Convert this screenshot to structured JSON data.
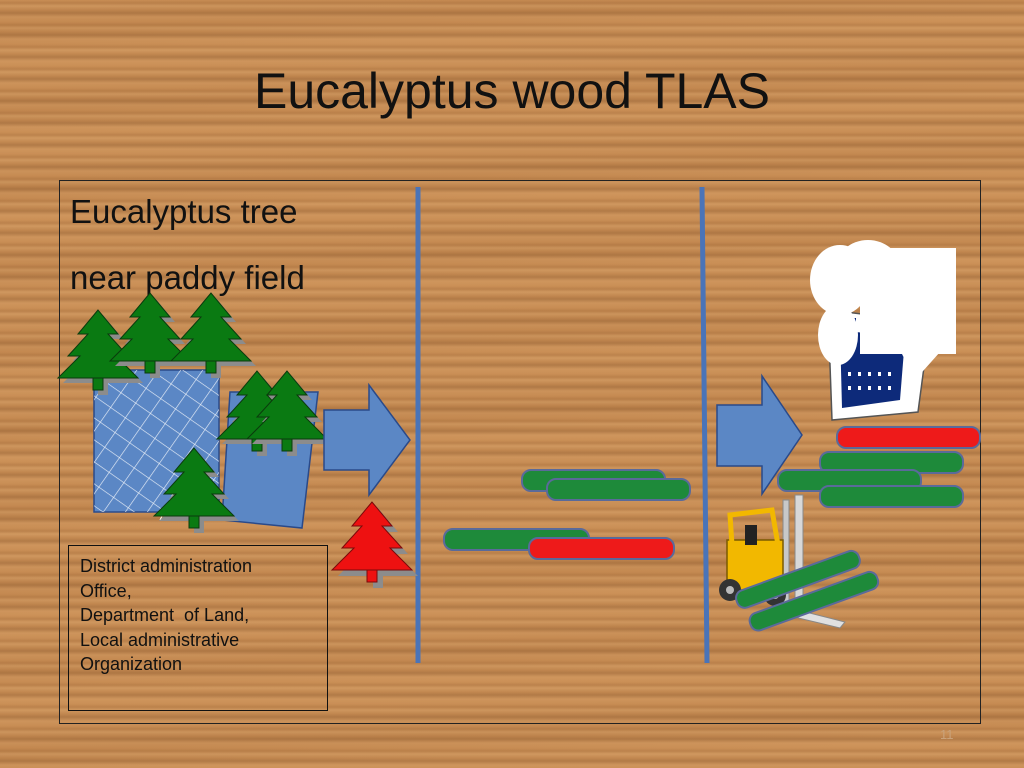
{
  "slide": {
    "title": "Eucalyptus wood TLAS",
    "tree_label_line1": "Eucalyptus tree",
    "tree_label_line2": "near paddy field",
    "admin_lines": [
      "District administration",
      "Office,",
      "Department  of Land,",
      "Local administrative",
      "Organization"
    ],
    "page_number": "11"
  },
  "colors": {
    "divider": "#4a74b8",
    "arrow": "#5b87c5",
    "tree_green": "#0a7a12",
    "tree_red": "#ee1111",
    "log_green": "#1e8a3a",
    "log_red": "#ee1a1a",
    "factory_navy": "#0d2a7a"
  }
}
